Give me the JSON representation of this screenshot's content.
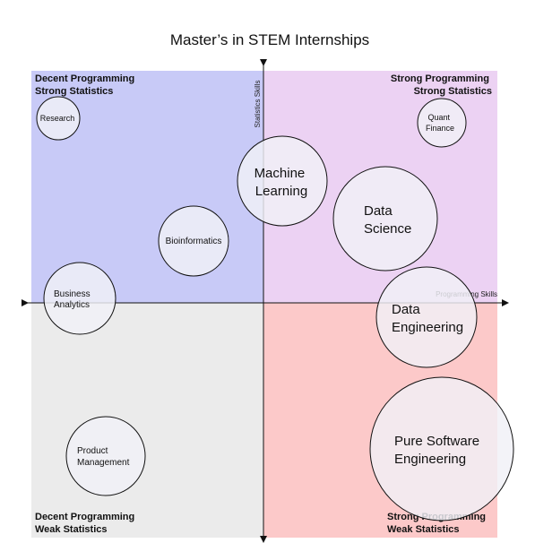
{
  "title": "Master’s in STEM Internships",
  "axes": {
    "x_label": "Programming Skills",
    "y_label": "Statistics Skills"
  },
  "quadrants": {
    "top_left": {
      "line1": "Decent Programming",
      "line2": "Strong Statistics",
      "color": "#c8caf7"
    },
    "top_right": {
      "line1": "Strong Programming",
      "line2": "Strong Statistics",
      "color": "#ecd2f3"
    },
    "bottom_left": {
      "line1": "Decent Programming",
      "line2": "Weak Statistics",
      "color": "#ebebeb"
    },
    "bottom_right": {
      "line1": "Strong Programming",
      "line2": "Weak Statistics",
      "color": "#fcc9c9"
    }
  },
  "bubbles": {
    "research": {
      "line1": "Research"
    },
    "quant_finance": {
      "line1": "Quant",
      "line2": "Finance"
    },
    "machine_learning": {
      "line1": "Machine",
      "line2": "Learning"
    },
    "data_science": {
      "line1": "Data",
      "line2": "Science"
    },
    "bioinformatics": {
      "line1": "Bioinformatics"
    },
    "business_analytics": {
      "line1": "Business",
      "line2": "Analytics"
    },
    "data_engineering": {
      "line1": "Data",
      "line2": "Engineering"
    },
    "product_management": {
      "line1": "Product",
      "line2": "Management"
    },
    "pure_software_engineering": {
      "line1": "Pure Software",
      "line2": "Engineering"
    }
  }
}
